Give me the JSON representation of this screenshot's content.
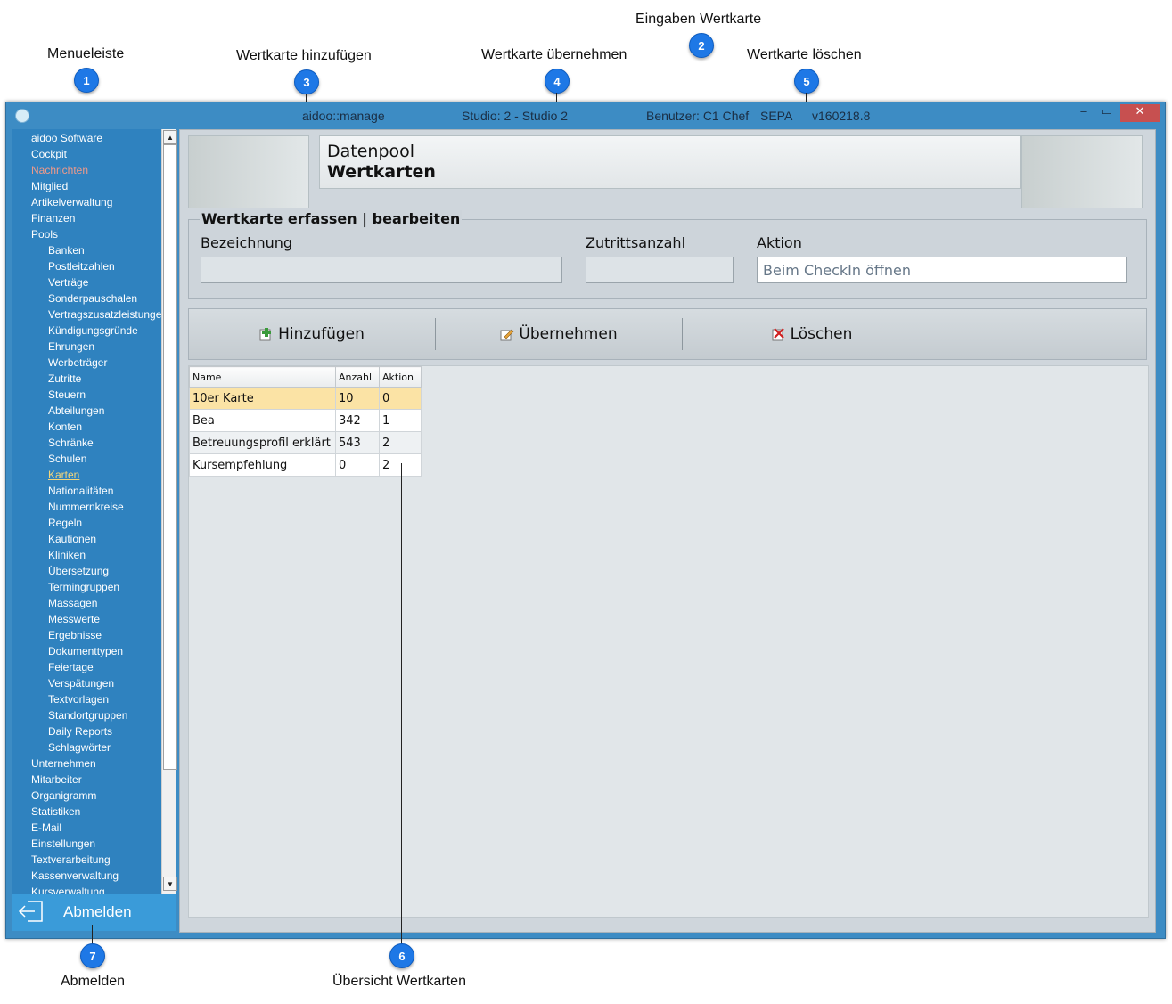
{
  "callouts": [
    {
      "number": "1",
      "label": "Menueleiste"
    },
    {
      "number": "2",
      "label": "Eingaben Wertkarte"
    },
    {
      "number": "3",
      "label": "Wertkarte hinzufügen"
    },
    {
      "number": "4",
      "label": "Wertkarte übernehmen"
    },
    {
      "number": "5",
      "label": "Wertkarte löschen"
    },
    {
      "number": "6",
      "label": "Übersicht Wertkarten"
    },
    {
      "number": "7",
      "label": "Abmelden"
    }
  ],
  "titlebar": {
    "app": "aidoo::manage",
    "studio": "Studio: 2 - Studio 2",
    "user": "Benutzer: C1 Chef",
    "mode": "SEPA",
    "version": "v160218.8",
    "minimize": "–",
    "maximize": "▭",
    "close": "✕"
  },
  "sidebar": {
    "items": [
      {
        "label": "aidoo Software",
        "level": 0
      },
      {
        "label": "Cockpit",
        "level": 0
      },
      {
        "label": "Nachrichten",
        "level": 0,
        "state": "highlight"
      },
      {
        "label": "Mitglied",
        "level": 0
      },
      {
        "label": "Artikelverwaltung",
        "level": 0
      },
      {
        "label": "Finanzen",
        "level": 0
      },
      {
        "label": "Pools",
        "level": 0
      },
      {
        "label": "Banken",
        "level": 1
      },
      {
        "label": "Postleitzahlen",
        "level": 1
      },
      {
        "label": "Verträge",
        "level": 1
      },
      {
        "label": "Sonderpauschalen",
        "level": 1
      },
      {
        "label": "Vertragszusatzleistungen",
        "level": 1
      },
      {
        "label": "Kündigungsgründe",
        "level": 1
      },
      {
        "label": "Ehrungen",
        "level": 1
      },
      {
        "label": "Werbeträger",
        "level": 1
      },
      {
        "label": "Zutritte",
        "level": 1
      },
      {
        "label": "Steuern",
        "level": 1
      },
      {
        "label": "Abteilungen",
        "level": 1
      },
      {
        "label": "Konten",
        "level": 1
      },
      {
        "label": "Schränke",
        "level": 1
      },
      {
        "label": "Schulen",
        "level": 1
      },
      {
        "label": "Karten",
        "level": 1,
        "state": "active"
      },
      {
        "label": "Nationalitäten",
        "level": 1
      },
      {
        "label": "Nummernkreise",
        "level": 1
      },
      {
        "label": "Regeln",
        "level": 1
      },
      {
        "label": "Kautionen",
        "level": 1
      },
      {
        "label": "Kliniken",
        "level": 1
      },
      {
        "label": "Übersetzung",
        "level": 1
      },
      {
        "label": "Termingruppen",
        "level": 1
      },
      {
        "label": "Massagen",
        "level": 1
      },
      {
        "label": "Messwerte",
        "level": 1
      },
      {
        "label": "Ergebnisse",
        "level": 1
      },
      {
        "label": "Dokumenttypen",
        "level": 1
      },
      {
        "label": "Feiertage",
        "level": 1
      },
      {
        "label": "Verspätungen",
        "level": 1
      },
      {
        "label": "Textvorlagen",
        "level": 1
      },
      {
        "label": "Standortgruppen",
        "level": 1
      },
      {
        "label": "Daily Reports",
        "level": 1
      },
      {
        "label": "Schlagwörter",
        "level": 1
      },
      {
        "label": "Unternehmen",
        "level": 0
      },
      {
        "label": "Mitarbeiter",
        "level": 0
      },
      {
        "label": "Organigramm",
        "level": 0
      },
      {
        "label": "Statistiken",
        "level": 0
      },
      {
        "label": "E-Mail",
        "level": 0
      },
      {
        "label": "Einstellungen",
        "level": 0
      },
      {
        "label": "Textverarbeitung",
        "level": 0
      },
      {
        "label": "Kassenverwaltung",
        "level": 0
      },
      {
        "label": "Kursverwaltung",
        "level": 0
      }
    ],
    "scroll_up": "▲",
    "scroll_down": "▼"
  },
  "logout": {
    "label": "Abmelden"
  },
  "header": {
    "subtitle": "Datenpool",
    "title": "Wertkarten"
  },
  "form": {
    "group_title": "Wertkarte erfassen | bearbeiten",
    "fields": {
      "name": {
        "label": "Bezeichnung",
        "value": ""
      },
      "count": {
        "label": "Zutrittsanzahl",
        "value": ""
      },
      "action": {
        "label": "Aktion",
        "value": "Beim CheckIn öffnen"
      }
    }
  },
  "toolbar": {
    "add": "Hinzufügen",
    "apply": "Übernehmen",
    "delete": "Löschen"
  },
  "table": {
    "columns": [
      "Name",
      "Anzahl",
      "Aktion"
    ],
    "rows": [
      [
        "10er Karte",
        "10",
        "0"
      ],
      [
        "Bea",
        "342",
        "1"
      ],
      [
        "Betreuungsprofil erklärt",
        "543",
        "2"
      ],
      [
        "Kursempfehlung",
        "0",
        "2"
      ]
    ],
    "selected_row": 0
  },
  "colors": {
    "sidebar": "#2f82bf",
    "titlebar": "#3d8cc4",
    "badge": "#1e78e6",
    "selected_row": "#fbe3a5"
  }
}
